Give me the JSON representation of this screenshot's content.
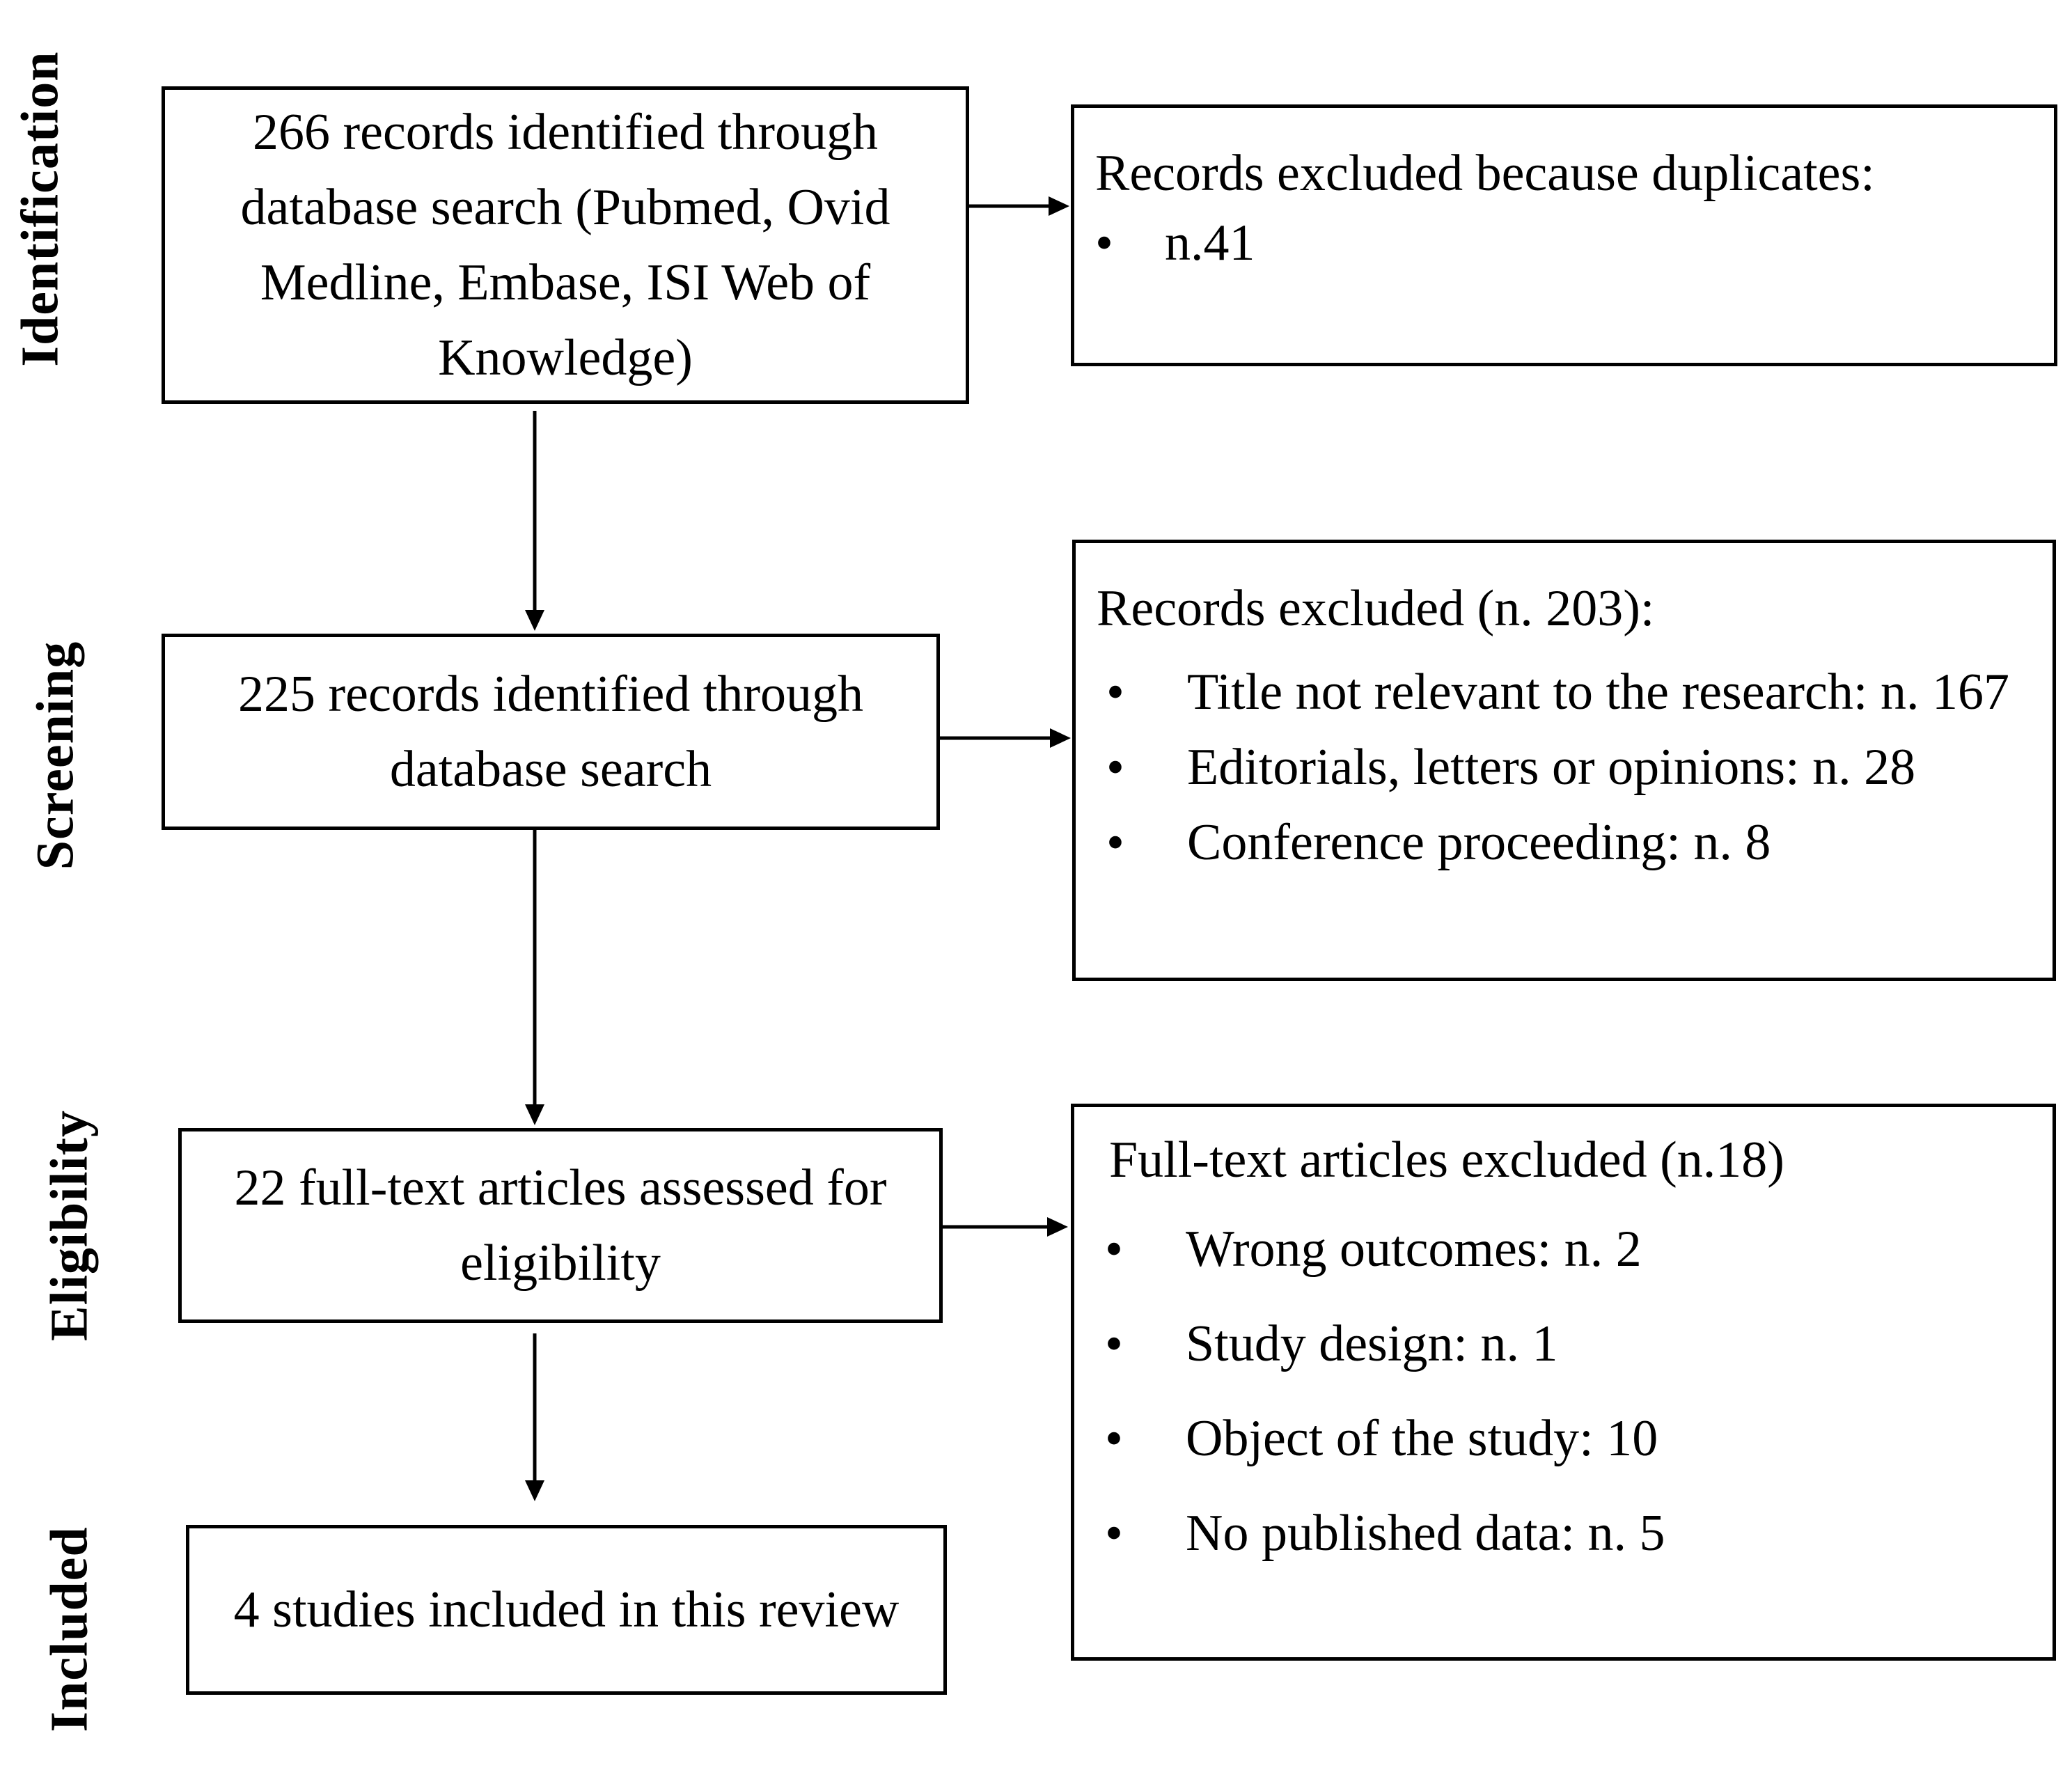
{
  "phases": {
    "identification": "Identification",
    "screening": "Screening",
    "eligibility": "Eligibility",
    "included": "Included"
  },
  "main_boxes": {
    "identified": "266 records identified through database search (Pubmed, Ovid Medline, Embase, ISI Web of Knowledge)",
    "screened": "225 records identified through database search",
    "assessed": "22 full-text articles assessed for eligibility",
    "included": "4 studies included in this review"
  },
  "side_boxes": {
    "duplicates": {
      "title": "Records excluded because duplicates:",
      "items": [
        "n.41"
      ]
    },
    "screening_excluded": {
      "title": "Records excluded (n. 203):",
      "items": [
        "Title not relevant to the research: n. 167",
        "Editorials, letters or opinions: n. 28",
        "Conference proceeding: n. 8"
      ]
    },
    "fulltext_excluded": {
      "title": "Full-text articles excluded (n.18)",
      "items": [
        "Wrong outcomes: n. 2",
        "Study design: n. 1",
        "Object of the study: 10",
        "No published data: n. 5"
      ]
    }
  },
  "bullet_char": "•",
  "colors": {
    "line": "#000000",
    "background": "#ffffff",
    "text": "#000000"
  }
}
